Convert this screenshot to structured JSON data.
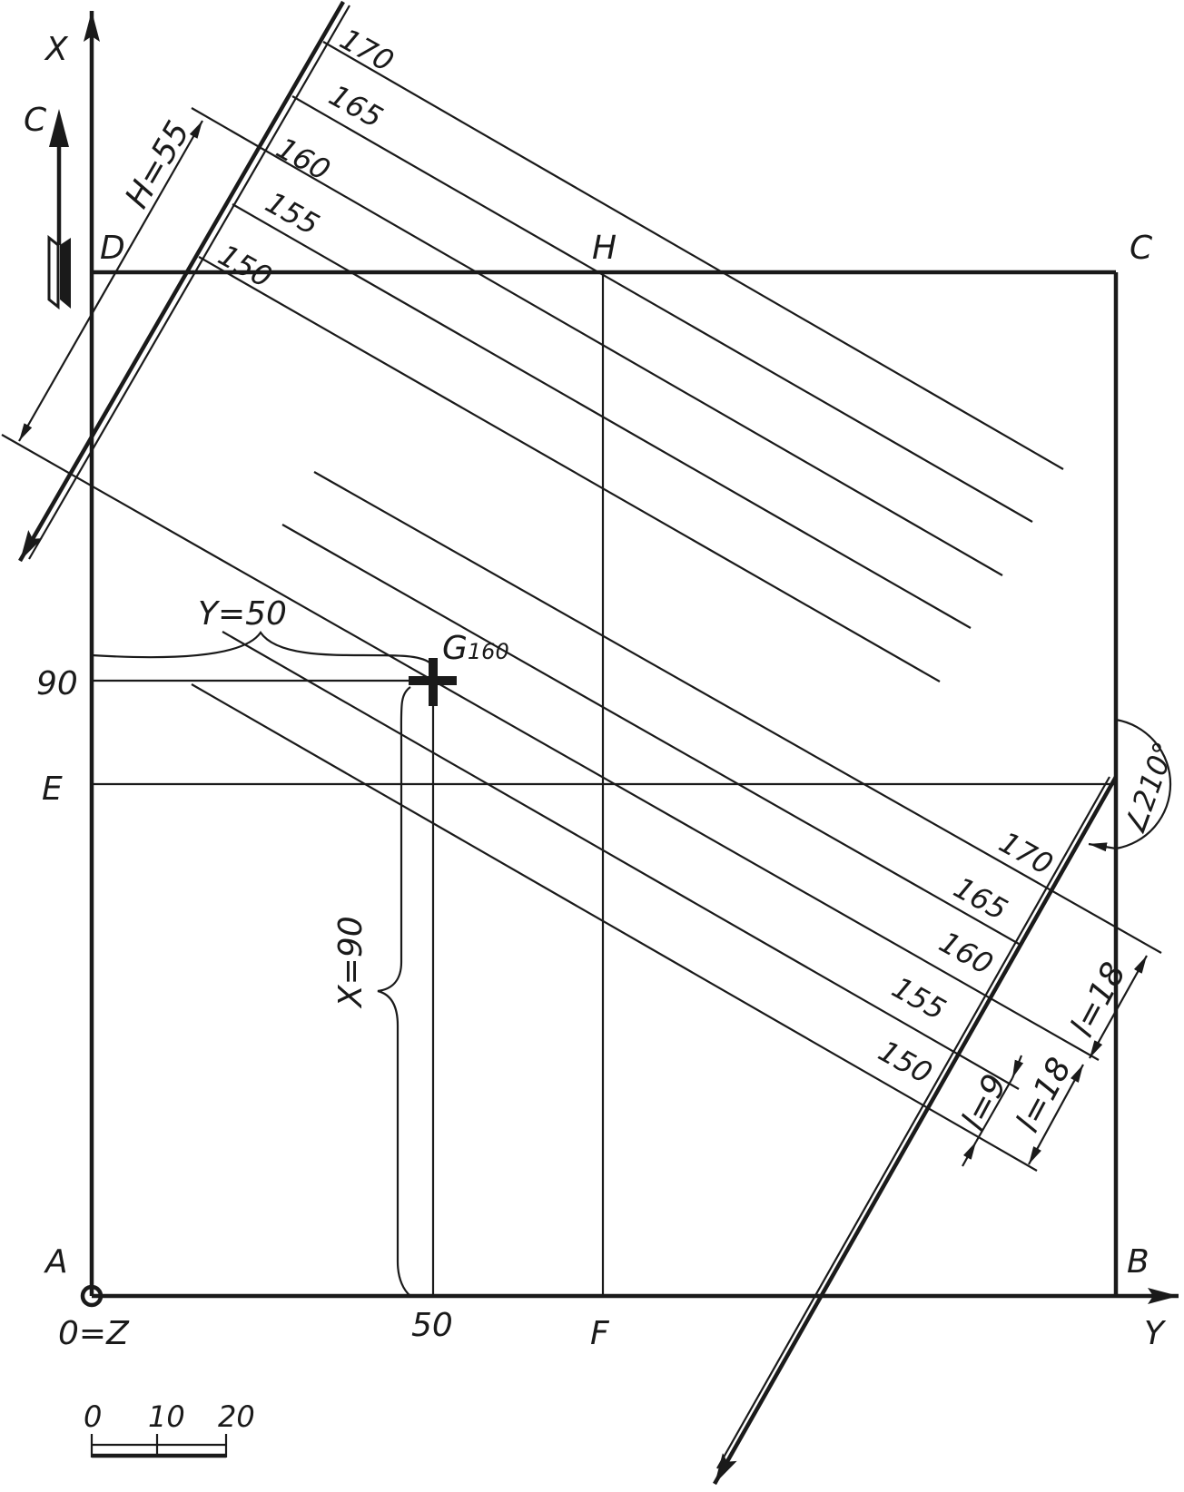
{
  "title": "Geological map: strike line and contour construction",
  "axes": {
    "x_label": "X",
    "y_label": "Y",
    "origin_label": "0=Z"
  },
  "north_arrow_label": "C",
  "corners": {
    "A": "A",
    "B": "B",
    "C": "C",
    "D": "D"
  },
  "points": {
    "E": "E",
    "F": "F",
    "H": "H",
    "G": "G",
    "G_sub": "160"
  },
  "axis_values": {
    "x90": "90",
    "y50": "50"
  },
  "dimensions": {
    "Y": "Y=50",
    "X": "X=90",
    "H": "H=55",
    "angle": "∠210°",
    "l18_upper": "l=18",
    "l18_lower": "l=18",
    "l9": "l=9"
  },
  "contours_upper": [
    "170",
    "165",
    "160",
    "155",
    "150"
  ],
  "contours_lower": [
    "170",
    "165",
    "160",
    "155",
    "150"
  ],
  "scale_bar": {
    "ticks": [
      "0",
      "10",
      "20"
    ]
  },
  "colors": {
    "ink": "#1a1a1a",
    "paper": "#ffffff"
  }
}
